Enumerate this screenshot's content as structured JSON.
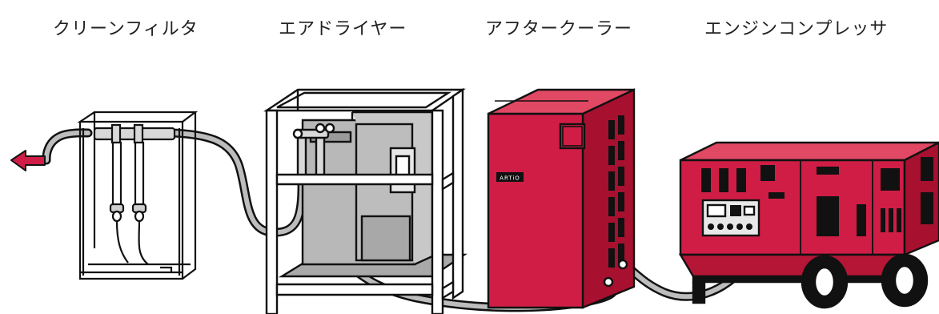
{
  "labels": {
    "clean_filter": "クリーンフィルタ",
    "air_dryer": "エアドライヤー",
    "after_cooler": "アフタークーラー",
    "engine_compressor": "エンジンコンプレッサ"
  },
  "cooler_logo": "ARTiO",
  "colors": {
    "accent_red": "#d01d45",
    "machine_gray": "#b8b8b8",
    "outline": "#111111",
    "hose_gray": "#bdbdbd"
  }
}
